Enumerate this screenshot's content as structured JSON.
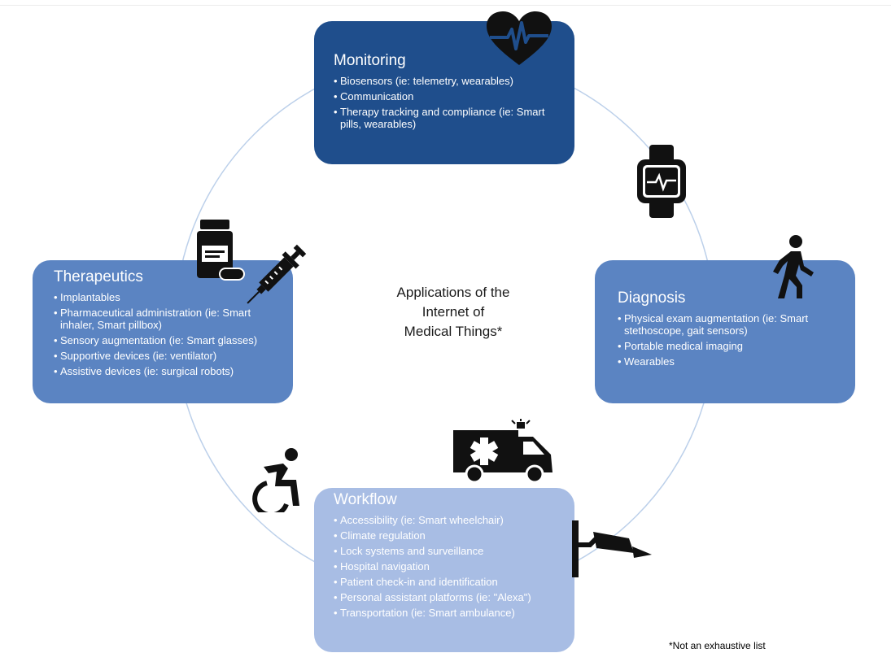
{
  "center_title": {
    "line1": "Applications of the",
    "line2": "Internet of",
    "line3": "Medical Things*"
  },
  "footnote": "*Not an exhaustive list",
  "colors": {
    "monitoring": "#1f4e8c",
    "diagnosis": "#5b84c2",
    "therapeutics": "#5b84c2",
    "workflow": "#a8bde4",
    "ring": "#bcd0ea"
  },
  "icons": [
    "heart-pulse-icon",
    "smartwatch-icon",
    "walking-person-icon",
    "ambulance-icon",
    "security-camera-icon",
    "wheelchair-icon",
    "pill-bottle-icon",
    "syringe-icon"
  ],
  "monitoring": {
    "title": "Monitoring",
    "items": [
      "Biosensors (ie: telemetry, wearables)",
      "Communication",
      "Therapy tracking and compliance (ie: Smart pills, wearables)"
    ]
  },
  "diagnosis": {
    "title": "Diagnosis",
    "items": [
      "Physical exam augmentation (ie: Smart stethoscope, gait sensors)",
      "Portable medical imaging",
      "Wearables"
    ]
  },
  "therapeutics": {
    "title": "Therapeutics",
    "items": [
      "Implantables",
      "Pharmaceutical administration (ie: Smart inhaler, Smart pillbox)",
      "Sensory augmentation (ie: Smart glasses)",
      "Supportive devices (ie: ventilator)",
      "Assistive devices (ie: surgical robots)"
    ]
  },
  "workflow": {
    "title": "Workflow",
    "items": [
      "Accessibility (ie: Smart wheelchair)",
      "Climate regulation",
      "Lock systems and surveillance",
      "Hospital navigation",
      "Patient check-in and identification",
      "Personal assistant platforms (ie: \"Alexa\")",
      "Transportation (ie: Smart ambulance)"
    ]
  }
}
